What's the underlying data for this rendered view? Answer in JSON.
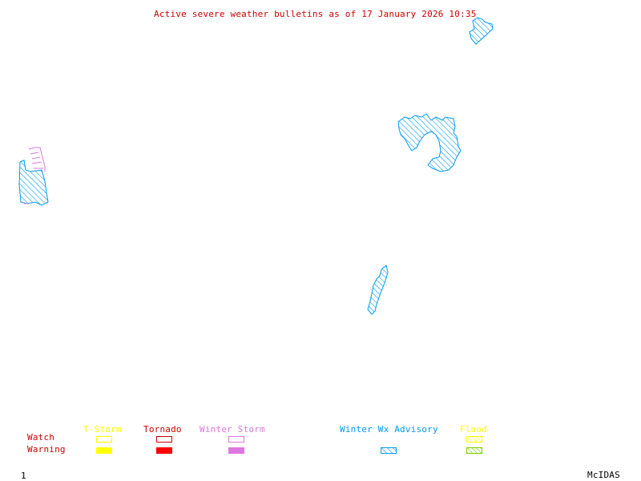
{
  "title": "Active severe weather bulletins as of 17 January 2026 10:35",
  "colors": {
    "title": "#cc0000",
    "tstorm": "#ffff00",
    "tornado": "#ff0000",
    "winter_storm": "#dd77dd",
    "winter_wx_advisory": "#0099ee",
    "flood_watch": "#ffff00",
    "flood_warning": "#77cc00",
    "row_labels": "#cc0000",
    "footer": "#000000"
  },
  "legend": {
    "row_labels": {
      "watch": "Watch",
      "warning": "Warning"
    },
    "categories": [
      {
        "key": "tstorm",
        "label": "T-Storm",
        "watch": "outline",
        "warning": "filled"
      },
      {
        "key": "tornado",
        "label": "Tornado",
        "watch": "outline",
        "warning": "filled"
      },
      {
        "key": "winter_storm",
        "label": "Winter Storm",
        "watch": "outline",
        "warning": "filled"
      },
      {
        "key": "winter_wx_advisory",
        "label": "Winter Wx Advisory",
        "warning": "hatched"
      },
      {
        "key": "flood",
        "label": "Flood",
        "watch": "hatched",
        "warning": "hatched"
      }
    ]
  },
  "map_regions": [
    {
      "name": "winter-wx-advisory-northeast-corner",
      "type": "winter_wx_advisory"
    },
    {
      "name": "winter-wx-advisory-great-lakes",
      "type": "winter_wx_advisory"
    },
    {
      "name": "winter-wx-advisory-appalachians",
      "type": "winter_wx_advisory"
    },
    {
      "name": "winter-wx-advisory-west-coast",
      "type": "winter_wx_advisory"
    },
    {
      "name": "winter-storm-west-coast",
      "type": "winter_storm"
    }
  ],
  "footer": {
    "frame_number": "1",
    "brand": "McIDAS"
  }
}
